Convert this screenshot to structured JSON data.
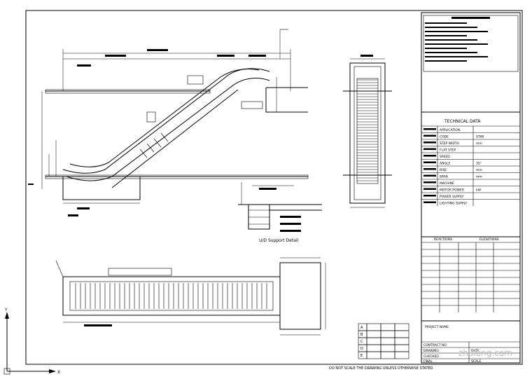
{
  "drawing": {
    "title_section_heading": "TECHNICAL DATA",
    "support_detail_label": "U/D Support Detail",
    "footer_note": "DO NOT SCALE THE DRAWING UNLESS OTHERWISE STATED",
    "watermark": "zhulong.com"
  },
  "tech_data_rows": [
    {
      "label": "APPLICATION",
      "value": ""
    },
    {
      "label": "CODE",
      "value": "STWI"
    },
    {
      "label": "STEP WIDTH",
      "value": "mm"
    },
    {
      "label": "FLAT STEP",
      "value": ""
    },
    {
      "label": "SPEED",
      "value": ""
    },
    {
      "label": "ANGLE",
      "value": "35°"
    },
    {
      "label": "RISE",
      "value": "mm"
    },
    {
      "label": "SPAN",
      "value": "mm"
    },
    {
      "label": "MACHINE",
      "value": ""
    },
    {
      "label": "MOTOR POWER",
      "value": "kW"
    },
    {
      "label": "POWER SUPPLY",
      "value": ""
    },
    {
      "label": "LIGHTING SUPPLY",
      "value": ""
    }
  ],
  "reactions": {
    "col_a": "REACTIONS",
    "col_b": "ELEVATIONS"
  },
  "title_block": {
    "project_name_label": "PROJECT NAME",
    "contract_no_label": "CONTRACT NO.",
    "drawing_label": "DRAWING",
    "checked_label": "CHECKED",
    "final_label": "FINAL",
    "date_label": "DATE",
    "scale_label": "SCALE"
  },
  "small_table": [
    [
      "A",
      "",
      "",
      ""
    ],
    [
      "B",
      "",
      "",
      ""
    ],
    [
      "C",
      "",
      "",
      ""
    ],
    [
      "D",
      "",
      "",
      ""
    ],
    [
      "E",
      "",
      "",
      ""
    ]
  ]
}
